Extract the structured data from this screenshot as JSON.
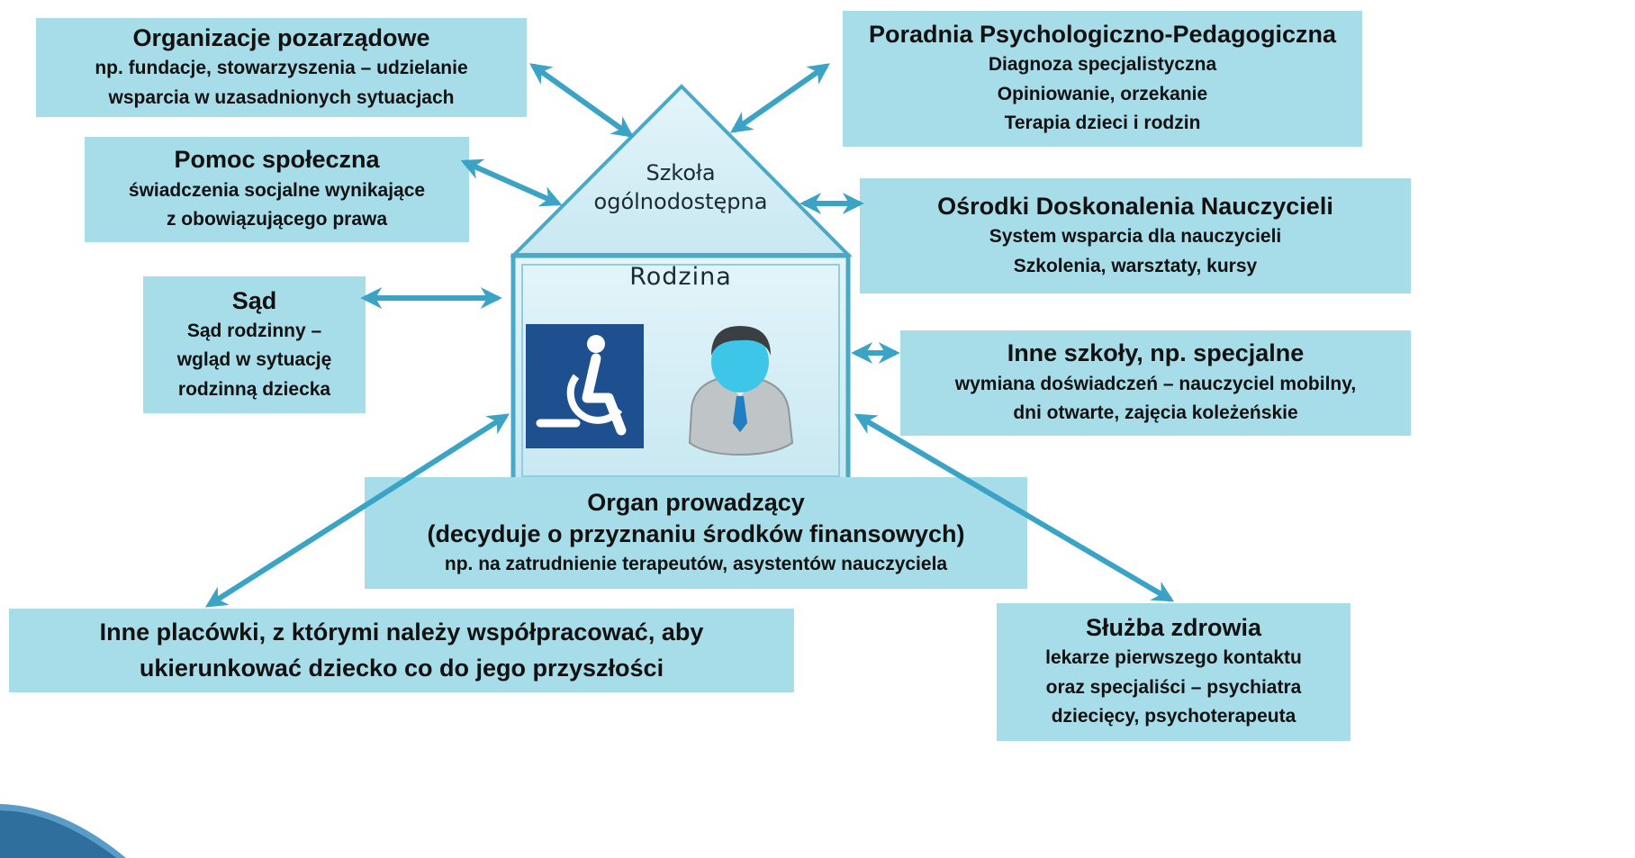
{
  "house": {
    "roof_label_1": "Szkoła",
    "roof_label_2": "ogólnodostępna",
    "body_label": "Rodzina",
    "accessibility_icon_color": "#1e4f8f",
    "fill_color": "#d5eef5",
    "stroke_color": "#4aa9c6"
  },
  "arrow_color": "#3aa3c6",
  "box_color": "#a7dde9",
  "nodes": {
    "ngo": {
      "title": "Organizacje pozarządowe",
      "lines": [
        "np. fundacje, stowarzyszenia – udzielanie",
        "wsparcia w uzasadnionych sytuacjach"
      ]
    },
    "social": {
      "title": "Pomoc społeczna",
      "lines": [
        "świadczenia socjalne wynikające",
        "z obowiązującego prawa"
      ]
    },
    "court": {
      "title": "Sąd",
      "lines": [
        "Sąd rodzinny –",
        "wgląd w sytuację",
        "rodzinną dziecka"
      ]
    },
    "ppp": {
      "title": "Poradnia Psychologiczno-Pedagogiczna",
      "lines": [
        "Diagnoza specjalistyczna",
        "Opiniowanie, orzekanie",
        "Terapia dzieci i rodzin"
      ]
    },
    "odn": {
      "title": "Ośrodki Doskonalenia Nauczycieli",
      "lines": [
        "System wsparcia dla nauczycieli",
        "Szkolenia, warsztaty, kursy"
      ]
    },
    "other_schools": {
      "title": "Inne szkoły, np. specjalne",
      "lines": [
        "wymiana doświadczeń – nauczyciel mobilny,",
        "dni otwarte, zajęcia koleżeńskie"
      ]
    },
    "authority": {
      "title": "Organ prowadzący",
      "lines": [
        "(decyduje  o przyznaniu środków finansowych)",
        "np. na zatrudnienie terapeutów, asystentów nauczyciela"
      ]
    },
    "other_institutions": {
      "lines": [
        "Inne placówki, z którymi należy współpracować, aby",
        "ukierunkować dziecko co do jego przyszłości"
      ]
    },
    "health": {
      "title": "Służba zdrowia",
      "lines": [
        "lekarze pierwszego kontaktu",
        "oraz specjaliści – psychiatra",
        "dziecięcy, psychoterapeuta"
      ]
    }
  }
}
